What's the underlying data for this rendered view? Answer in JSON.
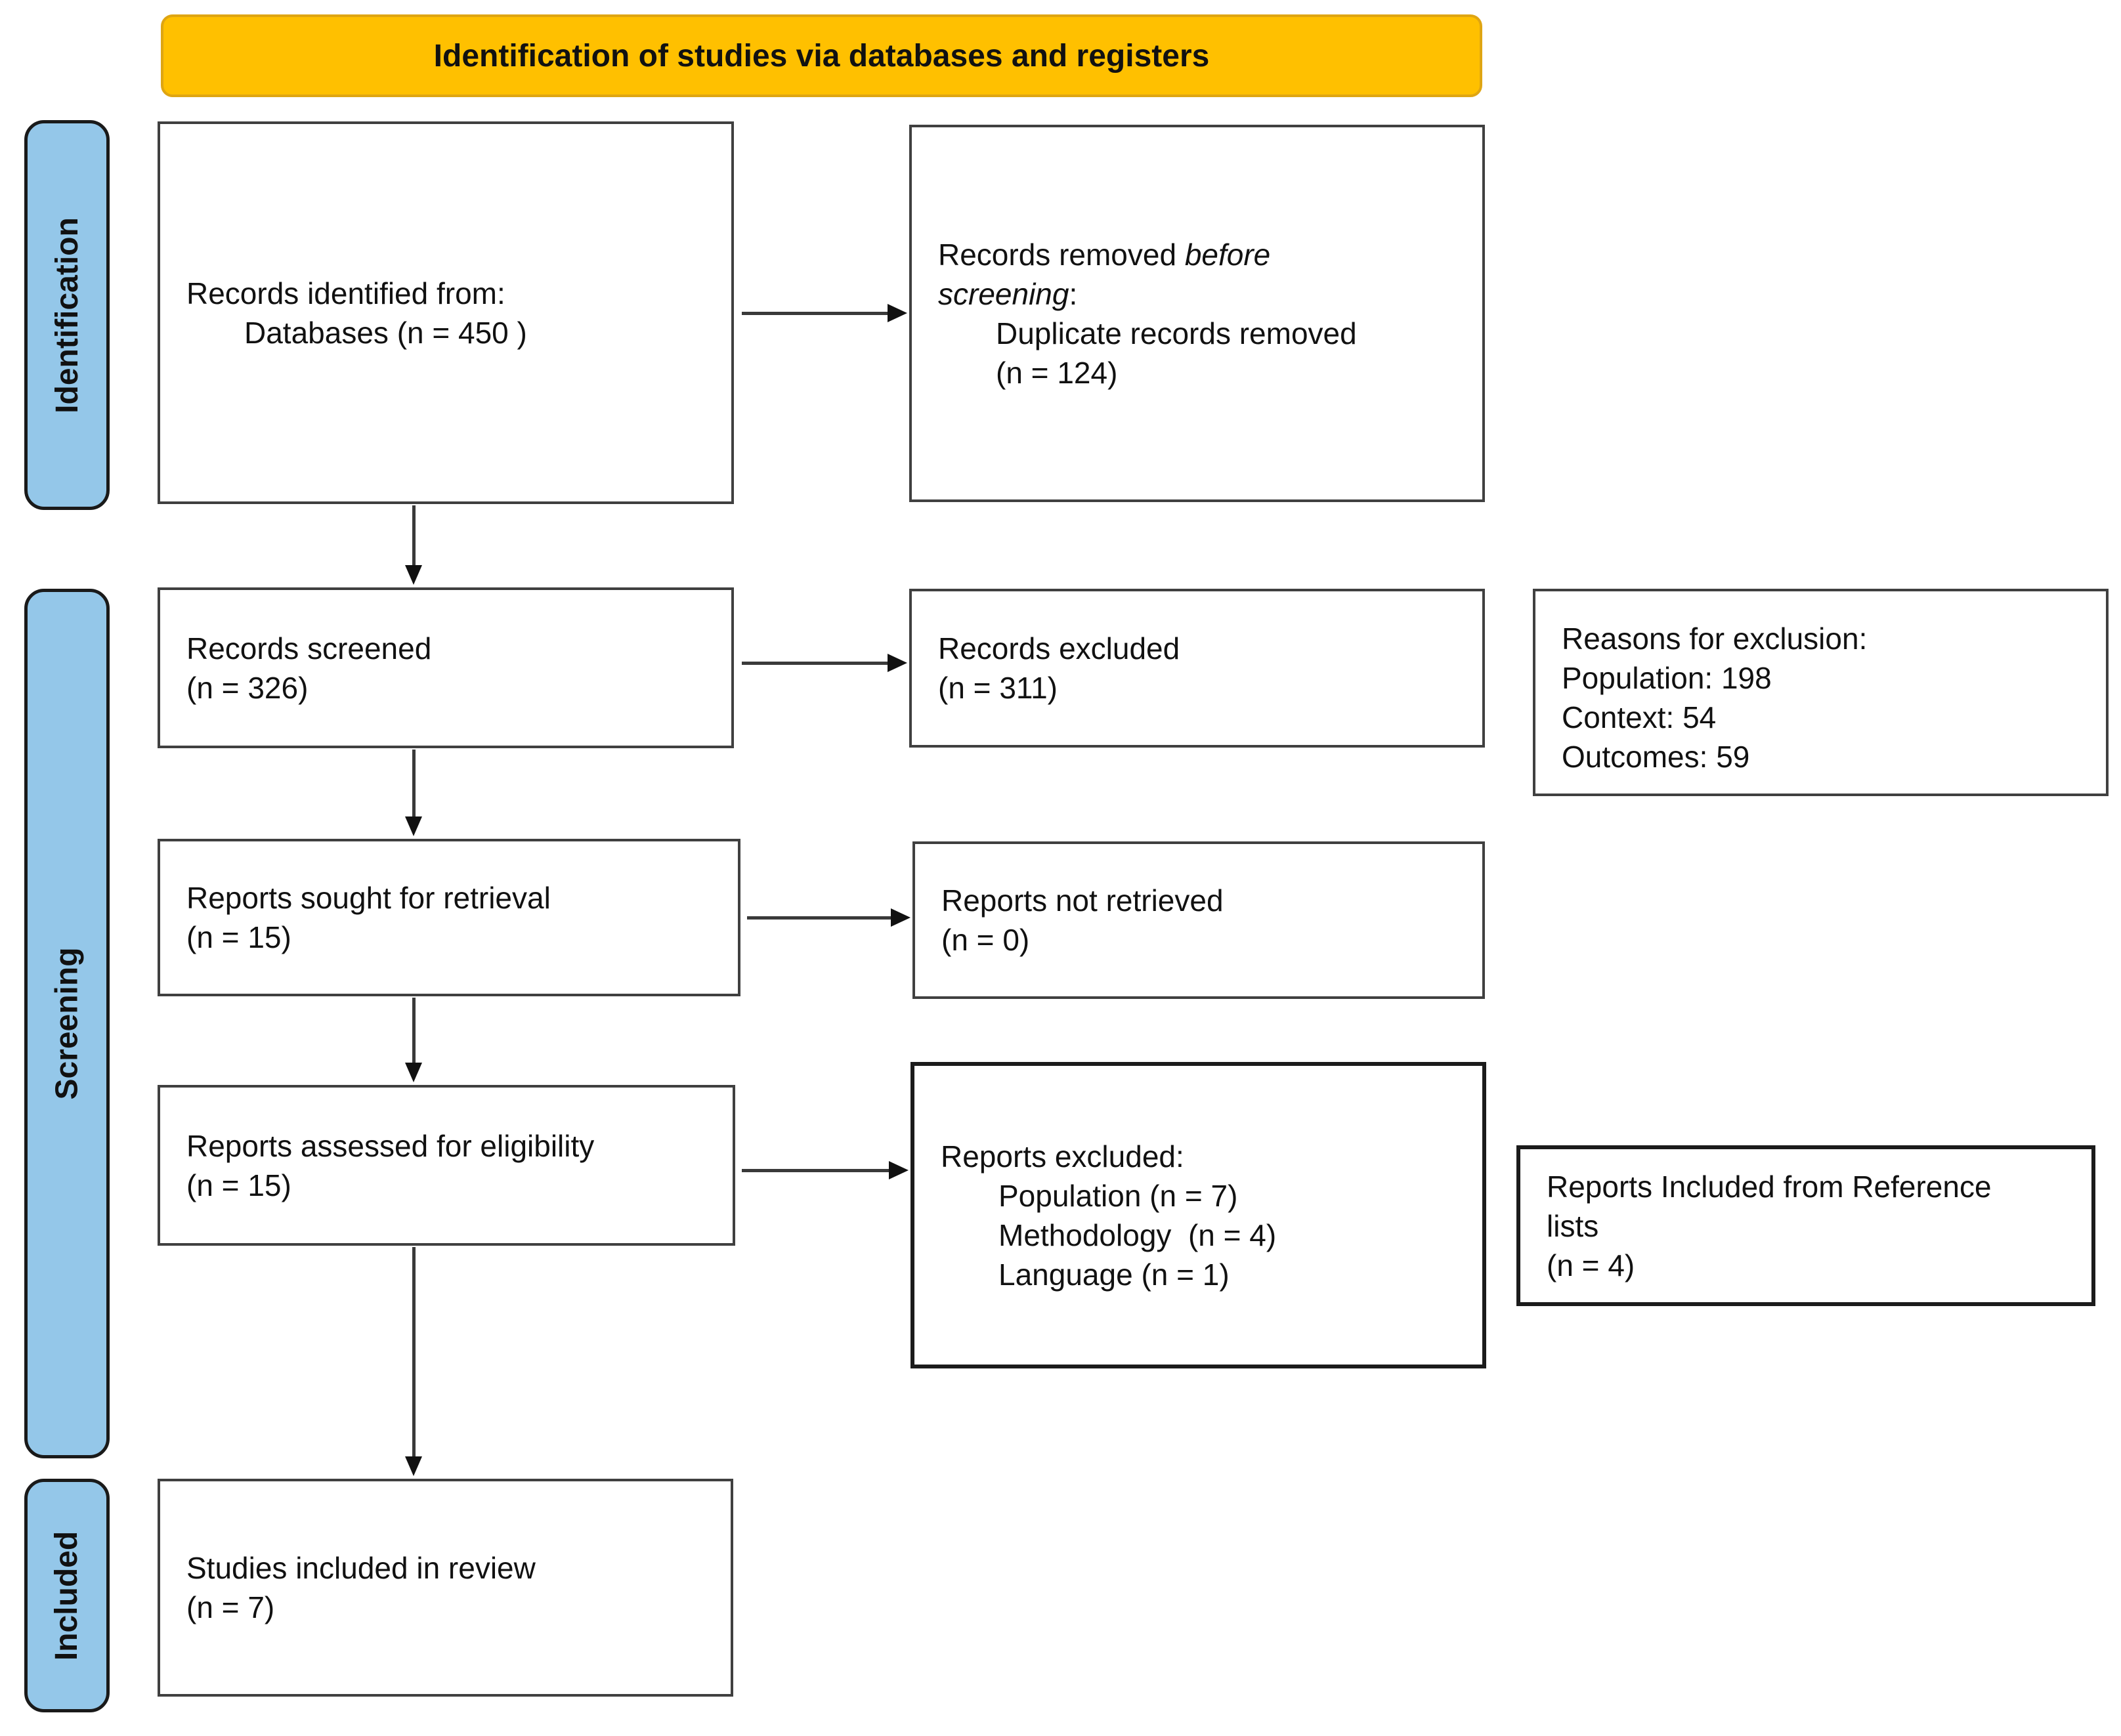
{
  "banner": {
    "label": "Identification of studies via databases and registers"
  },
  "colors": {
    "banner_fill": "#FFC000",
    "banner_border": "#DFA512",
    "stage_fill": "#94C7E9",
    "stage_border": "#1A1A1A",
    "box_border": "#404040",
    "arrow_color": "#3A3A3A",
    "arrowhead_color": "#111111"
  },
  "stages": {
    "identification": "Identification",
    "screening": "Screening",
    "included": "Included"
  },
  "boxes": {
    "identified": {
      "line1": "Records identified from:",
      "line2": "Databases (n = 450 )"
    },
    "removed": {
      "pre": "Records removed ",
      "italic1": "before",
      "italic2": "screening",
      "colon": ":",
      "line2": "Duplicate records removed",
      "line3": "(n = 124)"
    },
    "screened": {
      "line1": "Records screened",
      "line2": "(n = 326)"
    },
    "excluded": {
      "line1": "Records excluded",
      "line2": "(n = 311)"
    },
    "reasons": {
      "line1": "Reasons for exclusion:",
      "line2": "Population: 198",
      "line3": "Context: 54",
      "line4": "Outcomes: 59"
    },
    "sought": {
      "line1": "Reports sought for retrieval",
      "line2": "(n = 15)"
    },
    "not_retrieved": {
      "line1": "Reports not retrieved",
      "line2": "(n = 0)"
    },
    "assessed": {
      "line1": "Reports assessed for eligibility",
      "line2": "(n = 15)"
    },
    "reports_excluded": {
      "line1": "Reports excluded:",
      "line2": "Population (n = 7)",
      "line3": "Methodology  (n = 4)",
      "line4": "Language (n = 1)"
    },
    "reference": {
      "line1": "Reports Included from Reference",
      "line2": "lists",
      "line3": "(n = 4)"
    },
    "included_review": {
      "line1": "Studies included in review",
      "line2": "(n = 7)"
    }
  }
}
